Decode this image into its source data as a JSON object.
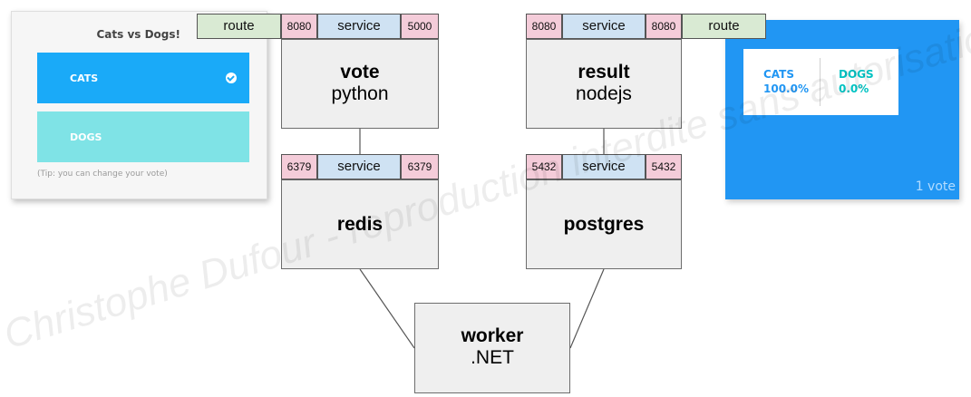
{
  "vote_app": {
    "title": "Cats vs Dogs!",
    "option_a": "CATS",
    "option_b": "DOGS",
    "tip": "(Tip: you can change your vote)"
  },
  "result_app": {
    "cats_label": "CATS",
    "cats_pct": "100.0%",
    "dogs_label": "DOGS",
    "dogs_pct": "0.0%",
    "votes": "1 vote"
  },
  "diagram": {
    "vote": {
      "name": "vote",
      "tech": "python",
      "route": "route",
      "port_left": "8080",
      "service": "service",
      "port_right": "5000"
    },
    "result": {
      "name": "result",
      "tech": "nodejs",
      "port_left": "8080",
      "service": "service",
      "port_right": "8080",
      "route": "route"
    },
    "redis": {
      "name": "redis",
      "port_left": "6379",
      "service": "service",
      "port_right": "6379"
    },
    "postgres": {
      "name": "postgres",
      "port_left": "5432",
      "service": "service",
      "port_right": "5432"
    },
    "worker": {
      "name": "worker",
      "tech": ".NET"
    }
  },
  "watermark": "Christophe Dufour - reproduction interdite sans autorisation",
  "colors": {
    "vote_blue": "#1aaaf8",
    "vote_teal": "#7fe3e6",
    "result_blue": "#2196f3",
    "port_pink": "#f4ccd9",
    "service_blue": "#cfe2f3",
    "route_green": "#d9ead3",
    "node_gray": "#efefef"
  }
}
